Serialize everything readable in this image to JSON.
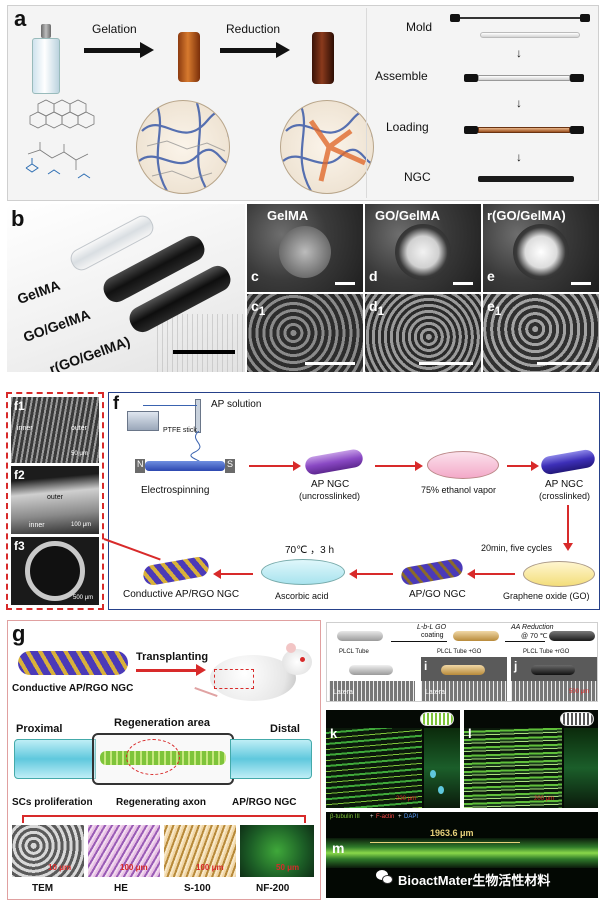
{
  "panel_a": {
    "label": "a",
    "step1": "Gelation",
    "step2": "Reduction",
    "right_steps": [
      "Mold",
      "Assemble",
      "Loading",
      "NGC"
    ]
  },
  "panel_b": {
    "label": "b",
    "tube_labels": [
      "GelMA",
      "GO/GelMA",
      "r(GO/GelMA)"
    ]
  },
  "panel_cde": {
    "top": [
      {
        "title": "GelMA",
        "sub": "c"
      },
      {
        "title": "GO/GelMA",
        "sub": "d"
      },
      {
        "title": "r(GO/GelMA)",
        "sub": "e"
      }
    ],
    "bottom": [
      {
        "sub": "c",
        "index": "1"
      },
      {
        "sub": "d",
        "index": "1"
      },
      {
        "sub": "e",
        "index": "1"
      }
    ]
  },
  "panel_f_left": {
    "items": [
      {
        "label": "f1",
        "inner": "inner",
        "outer": "outer",
        "scale": "50 μm"
      },
      {
        "label": "f2",
        "inner": "inner",
        "outer": "outer",
        "scale": "100 μm"
      },
      {
        "label": "f3",
        "scale": "500 μm"
      }
    ]
  },
  "panel_f": {
    "label": "f",
    "ap_solution": "AP solution",
    "ptfe": "PTFE stick",
    "electrospinning": "Electrospinning",
    "ap_ngc_1": "AP NGC",
    "uncrosslinked": "(uncrosslinked)",
    "ethanol": "75% ethanol vapor",
    "ap_ngc_2": "AP NGC",
    "crosslinked": "(crosslinked)",
    "cycles": "20min, five cycles",
    "go": "Graphene oxide (GO)",
    "ap_go": "AP/GO NGC",
    "temp": "70℃ ，3 h",
    "ascorbic": "Ascorbic acid",
    "conductive": "Conductive AP/RGO NGC",
    "electrode_n": "N",
    "electrode_s": "S"
  },
  "panel_g": {
    "label": "g",
    "conductive": "Conductive AP/RGO NGC",
    "transplanting": "Transplanting",
    "proximal": "Proximal",
    "regen_area": "Regeneration area",
    "distal": "Distal",
    "scs": "SCs proliferation",
    "axon": "Regenerating axon",
    "ngc": "AP/RGO NGC",
    "bottom": [
      {
        "name": "TEM",
        "scale": "10 μm"
      },
      {
        "name": "HE",
        "scale": "100 μm"
      },
      {
        "name": "S-100",
        "scale": "100 μm"
      },
      {
        "name": "NF-200",
        "scale": "50 μm"
      }
    ]
  },
  "panel_hij": {
    "step1_title": "L-b-L GO",
    "step1_sub": "coating",
    "step2_title": "AA Reduction",
    "step2_sub": "@ 70 ℃",
    "tubes": [
      "PLCL Tube",
      "PLCL Tube +GO",
      "PLCL Tube +rGO"
    ],
    "subs": [
      {
        "label": "h",
        "caption": "Lateral"
      },
      {
        "label": "i",
        "caption": "Lateral"
      },
      {
        "label": "j",
        "caption": "",
        "scale": "500 μm"
      }
    ]
  },
  "panel_kl": {
    "k": {
      "label": "k",
      "scale": "200 μm"
    },
    "l": {
      "label": "l",
      "scale": "200 μm"
    }
  },
  "panel_m": {
    "label": "m",
    "legend_1": "β-tubulin III",
    "legend_2": "F-actin",
    "legend_3": "DAPI",
    "measure": "1963.6 μm",
    "watermark_cn": "BioactMater生物活性材料"
  },
  "colors": {
    "nerve_green": "#7ec43a",
    "tube_purple": "#6a3fb8",
    "gold": "#d8b13a",
    "red_dash": "#d82a2a",
    "panel_border": "#26418a"
  }
}
